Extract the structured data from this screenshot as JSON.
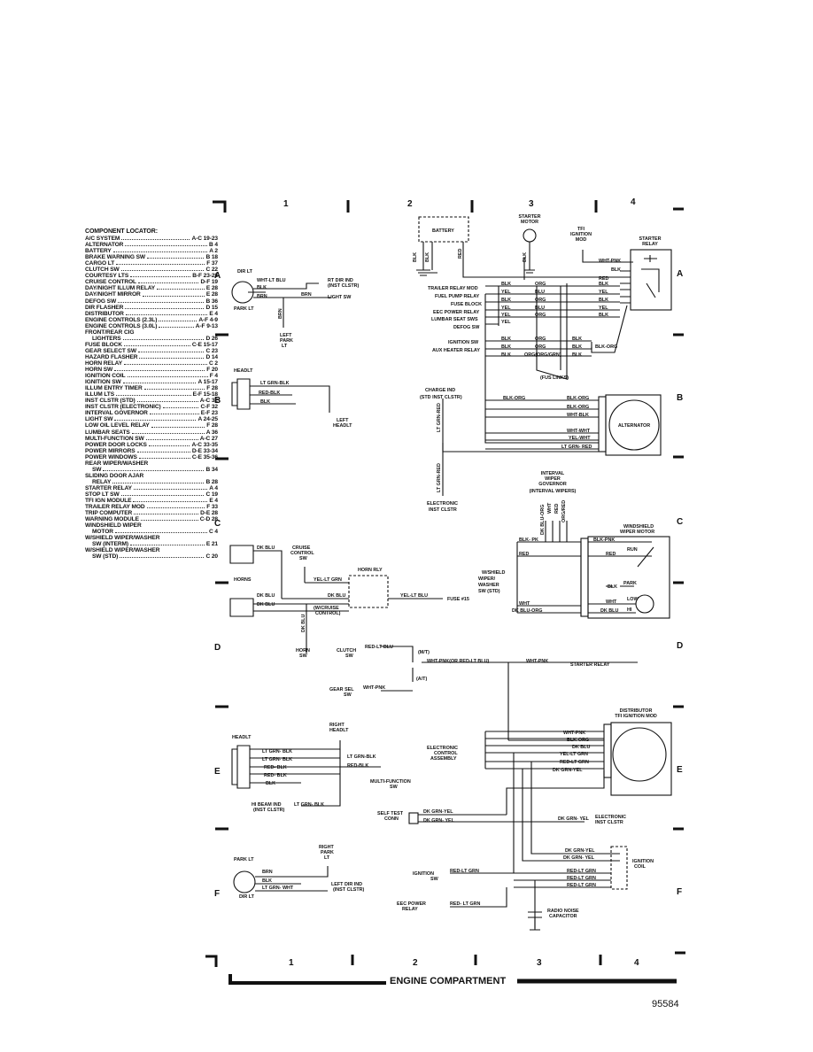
{
  "component_locator": {
    "title": "COMPONENT LOCATOR:",
    "items": [
      {
        "name": "A/C SYSTEM",
        "ref": "A-C 19-23"
      },
      {
        "name": "ALTERNATOR",
        "ref": "B 4"
      },
      {
        "name": "BATTERY",
        "ref": "A 2"
      },
      {
        "name": "BRAKE WARNING SW",
        "ref": "B 18"
      },
      {
        "name": "CARGO LT",
        "ref": "F 37"
      },
      {
        "name": "CLUTCH SW",
        "ref": "C 22"
      },
      {
        "name": "COURTESY LTS",
        "ref": "B-F 23-28"
      },
      {
        "name": "CRUISE CONTROL",
        "ref": "D-F 19"
      },
      {
        "name": "DAY/NIGHT ILLUM RELAY",
        "ref": "E 28"
      },
      {
        "name": "DAY/NIGHT MIRROR",
        "ref": "E 28"
      },
      {
        "name": "DEFOG SW",
        "ref": "B 36"
      },
      {
        "name": "DIR FLASHER",
        "ref": "D 15"
      },
      {
        "name": "DISTRIBUTOR",
        "ref": "E 4"
      },
      {
        "name": "ENGINE CONTROLS (2.3L)",
        "ref": "A-F 4-9"
      },
      {
        "name": "ENGINE CONTROLS (3.0L)",
        "ref": "A-F 9-13"
      },
      {
        "name": "FRONT/REAR CIG",
        "ref": ""
      },
      {
        "name": "LIGHTERS",
        "ref": "D 26",
        "indent": true
      },
      {
        "name": "FUSE BLOCK",
        "ref": "C-E 15-17"
      },
      {
        "name": "GEAR SELECT SW",
        "ref": "C 23"
      },
      {
        "name": "HAZARD FLASHER",
        "ref": "D 14"
      },
      {
        "name": "HORN RELAY",
        "ref": "C 2"
      },
      {
        "name": "HORN SW",
        "ref": "F 20"
      },
      {
        "name": "IGNITION COIL",
        "ref": "F 4"
      },
      {
        "name": "IGNITION SW",
        "ref": "A 15-17"
      },
      {
        "name": "ILLUM ENTRY TIMER",
        "ref": "F 28"
      },
      {
        "name": "ILLUM LTS",
        "ref": "E-F 15-18"
      },
      {
        "name": "INST CLSTR (STD)",
        "ref": "A-C 32"
      },
      {
        "name": "INST CLSTR (ELECTRONIC)",
        "ref": "C-F 32"
      },
      {
        "name": "INTERVAL GOVERNOR",
        "ref": "E-F 23"
      },
      {
        "name": "LIGHT SW",
        "ref": "A 24-25"
      },
      {
        "name": "LOW OIL LEVEL RELAY",
        "ref": "F 28"
      },
      {
        "name": "LUMBAR SEATS",
        "ref": "A 36"
      },
      {
        "name": "MULTI-FUNCTION SW",
        "ref": "A-C 27"
      },
      {
        "name": "POWER DOOR LOCKS",
        "ref": "A-C 33-35"
      },
      {
        "name": "POWER MIRRORS",
        "ref": "D-E 33-34"
      },
      {
        "name": "POWER WINDOWS",
        "ref": "C-E 35-36"
      },
      {
        "name": "REAR WIPER/WASHER",
        "ref": ""
      },
      {
        "name": "SW",
        "ref": "B 34",
        "indent": true
      },
      {
        "name": "SLIDING DOOR AJAR",
        "ref": ""
      },
      {
        "name": "RELAY",
        "ref": "B 28",
        "indent": true
      },
      {
        "name": "STARTER RELAY",
        "ref": "A 4"
      },
      {
        "name": "STOP LT SW",
        "ref": "C 19"
      },
      {
        "name": "TFI IGN MODULE",
        "ref": "E 4"
      },
      {
        "name": "TRAILER RELAY MOD",
        "ref": "F 33"
      },
      {
        "name": "TRIP COMPUTER",
        "ref": "D-E 28"
      },
      {
        "name": "WARNING MODULE",
        "ref": "C-D 28"
      },
      {
        "name": "WINDSHIELD WIPER",
        "ref": ""
      },
      {
        "name": "MOTOR",
        "ref": "C 4",
        "indent": true
      },
      {
        "name": "W/SHIELD WIPER/WASHER",
        "ref": ""
      },
      {
        "name": "SW (INTERM)",
        "ref": "E 21",
        "indent": true
      },
      {
        "name": "W/SHIELD WIPER/WASHER",
        "ref": ""
      },
      {
        "name": "SW (STD)",
        "ref": "C 20",
        "indent": true
      }
    ]
  },
  "grid": {
    "columns_top": [
      "1",
      "2",
      "3",
      "4"
    ],
    "columns_bottom": [
      "1",
      "2",
      "3",
      "4"
    ],
    "rows_left": [
      "A",
      "B",
      "C",
      "D",
      "E",
      "F"
    ],
    "rows_right": [
      "A",
      "B",
      "C",
      "D",
      "E",
      "F"
    ]
  },
  "footer": {
    "title": "ENGINE COMPARTMENT",
    "figure_number": "95584"
  },
  "labels": {
    "battery": "BATTERY",
    "starter_motor": [
      "STARTER",
      "MOTOR"
    ],
    "tfi_ignition_mod": [
      "TFI",
      "IGNITION",
      "MOD"
    ],
    "starter_relay": [
      "STARTER",
      "RELAY"
    ],
    "trailer_relay_mod": "TRAILER RELAY MOD",
    "fuel_pump_relay": "FUEL PUMP RELAY",
    "fuse_block": "FUSE BLOCK",
    "eec_power_relay": "EEC POWER RELAY",
    "lumbar_seat_sws": "LUMBAR SEAT SWS",
    "defog_sw": "DEFOG SW",
    "ignition_sw": "IGNITION SW",
    "aux_heater_relay": "AUX HEATER RELAY",
    "fus_links": "(FUS LINKS)",
    "charge_ind": [
      "CHARGE IND",
      "(STD INST CLSTR)"
    ],
    "alternator": "ALTERNATOR",
    "electronic_inst_clstr": [
      "ELECTRONIC",
      "INST CLSTR"
    ],
    "interval_wiper_governor": [
      "INTERVAL",
      "WIPER",
      "GOVERNOR",
      "(INTERVAL WIPERS)"
    ],
    "windshield_wiper_motor": [
      "WINDSHIELD",
      "WIPER MOTOR"
    ],
    "wshield_wiper_washer_sw": [
      "W/SHIELD",
      "WIPER/",
      "WASHER",
      "SW (STD)"
    ],
    "dir_lt": "DIR LT",
    "park_lt": "PARK LT",
    "rt_dir_ind": [
      "RT DIR IND",
      "(INST CLSTR)"
    ],
    "light_sw": "LIGHT SW",
    "left_park_lt": [
      "LEFT",
      "PARK",
      "LT"
    ],
    "headlt": "HEADLT",
    "left_headlt": [
      "LEFT",
      "HEADLT"
    ],
    "horns": "HORNS",
    "cruise_control_sw": [
      "CRUISE",
      "CONTROL",
      "SW"
    ],
    "horn_rly": "HORN RLY",
    "w_cruise_control": [
      "(W/CRUISE",
      "CONTROL)"
    ],
    "horn_sw": [
      "HORN",
      "SW"
    ],
    "fuse_15": "FUSE #15",
    "clutch_sw": [
      "CLUTCH",
      "SW"
    ],
    "gear_sel_sw": [
      "GEAR SEL",
      "SW"
    ],
    "mt": "(M/T)",
    "at": "(A/T)",
    "starter_relay_arrow": "STARTER RELAY",
    "distributor_tfi": [
      "DISTRIBUTOR",
      "TFI IGNITION MOD"
    ],
    "electronic_control_assembly": [
      "ELECTRONIC",
      "CONTROL",
      "ASSEMBLY"
    ],
    "right_headlt": [
      "RIGHT",
      "HEADLT"
    ],
    "multi_function_sw": [
      "MULTI-FUNCTION",
      "SW"
    ],
    "hi_beam_ind": [
      "HI BEAM IND",
      "(INST CLSTR)"
    ],
    "self_test_conn": [
      "SELF TEST",
      "CONN"
    ],
    "electronic_inst_clstr_2": [
      "ELECTRONIC",
      "INST CLSTR"
    ],
    "right_park_lt": [
      "RIGHT",
      "PARK",
      "LT"
    ],
    "left_dir_ind": [
      "LEFT DIR IND",
      "(INST CLSTR)"
    ],
    "ignition_coil": [
      "IGNITION",
      "COIL"
    ],
    "ignition_sw_2": [
      "IGNITION",
      "SW"
    ],
    "eec_power_relay_2": [
      "EEC POWER",
      "RELAY"
    ],
    "radio_noise_capacitor": [
      "RADIO NOISE",
      "CAPACITOR"
    ],
    "run": "RUN",
    "park": "PARK",
    "low": "LOW",
    "hi": "HI"
  },
  "wire_colors": {
    "blk": "BLK",
    "red": "RED",
    "org": "ORG",
    "blu": "BLU",
    "yel": "YEL",
    "brn": "BRN",
    "wht": "WHT",
    "dk_blu": "DK BLU",
    "wht_lt_blu": "WHT-LT BLU",
    "wht_pnk": "WHT-PNK",
    "blk_org": "BLK-ORG",
    "org_org_grn": "ORG(ORG/GRN)",
    "wht_blk": "WHT-BLK",
    "wht_wht": "WHT-WHT",
    "yel_wht": "YEL-WHT",
    "lt_grn_red": "LT GRN- RED",
    "lt_grn_blk": "LT GRN- BLK",
    "lt_grn_blk2": "LT GRN-BLK",
    "red_blk": "RED- BLK",
    "red_blk2": "RED-BLK",
    "blk_pnk": "BLK-PNK",
    "blk_pk": "BLK- PK",
    "yel_lt_grn": "YEL-LT GRN",
    "yel_lt_blu": "YEL-LT BLU",
    "dk_blu_org": "DK BLU-ORG",
    "red_lt_blu": "RED-LT BLU",
    "wht_pnk_or_red_lt_blu": "WHT-PNK(OR RED-LT BLU)",
    "dk_grn_yel": "DK GRN-YEL",
    "dk_grn_yel2": "DK GRN- YEL",
    "red_lt_grn": "RED-LT GRN",
    "red_lt_grn2": "RED- LT GRN",
    "lt_grn_wht": "LT GRN- WHT",
    "yel_lt_grn2": "YEL-LT GRN",
    "dk_blu_org2": "DK BLU-ORG",
    "lt_grn_red_v": "LT GRN-RED",
    "dk_blu_org_v": "DK BLU-ORG",
    "wht_v": "WHT",
    "red_v": "RED",
    "org_red_v": "ORG/RED"
  }
}
